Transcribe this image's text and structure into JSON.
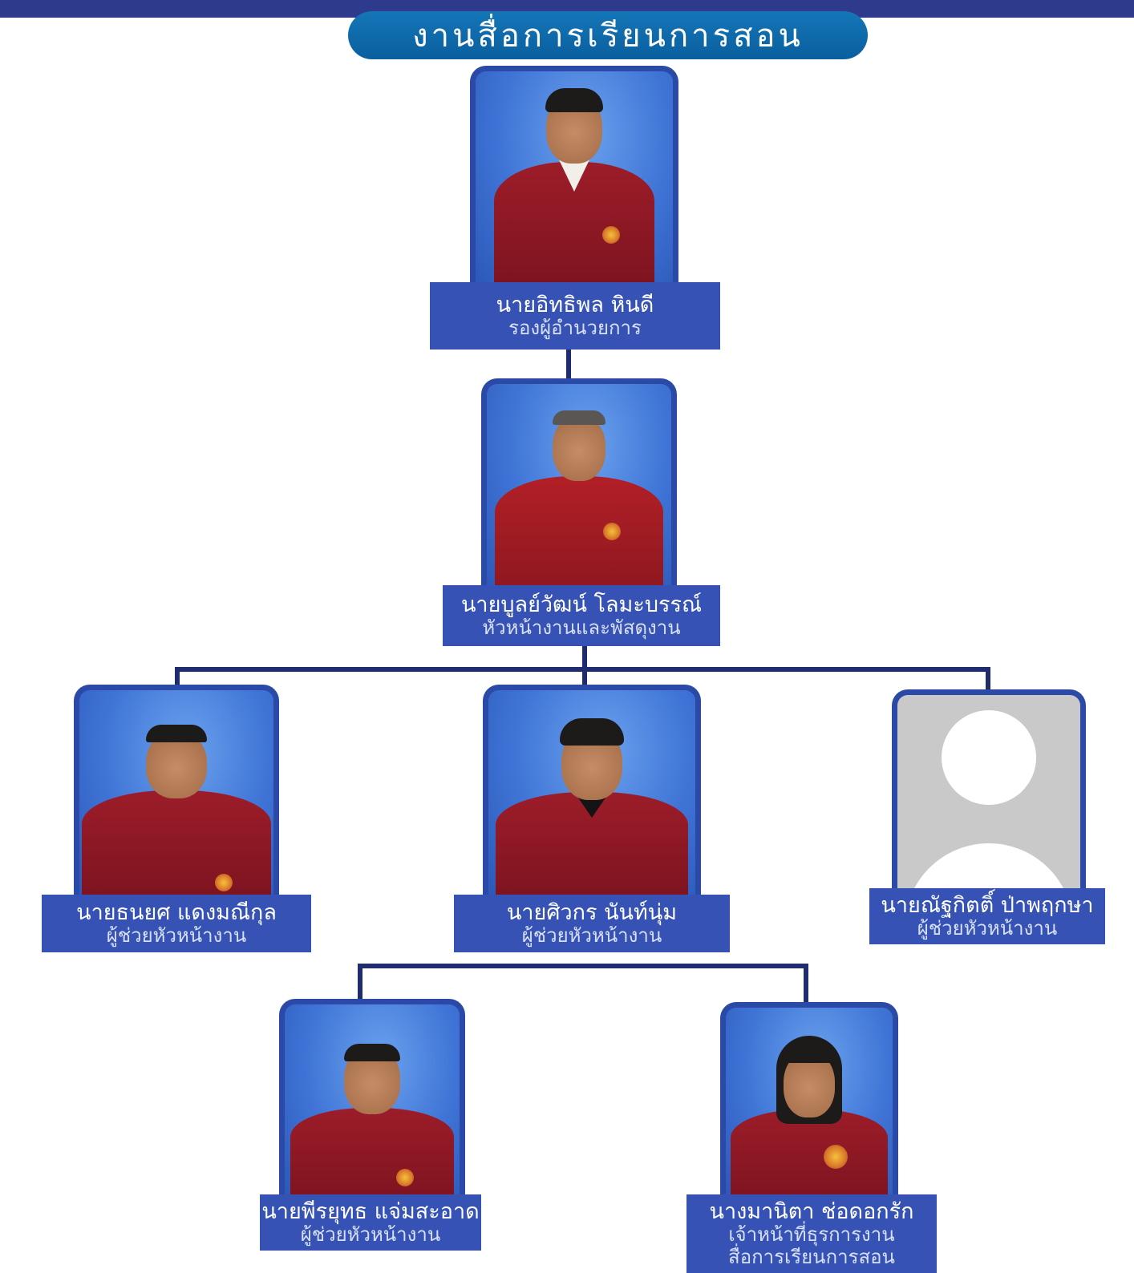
{
  "title": "งานสื่อการเรียนการสอน",
  "members": [
    {
      "id": "m1",
      "name": "นายอิทธิพล หินดี",
      "role": "รองผู้อำนวยการ"
    },
    {
      "id": "m2",
      "name": "นายบูลย์วัฒน์ โลมะบรรณ์",
      "role": "หัวหน้างานและพัสดุงาน"
    },
    {
      "id": "m3",
      "name": "นายธนยศ  แดงมณีกุล",
      "role": "ผู้ช่วยหัวหน้างาน"
    },
    {
      "id": "m4",
      "name": "นายศิวกร  นันท์นุ่ม",
      "role": "ผู้ช่วยหัวหน้างาน"
    },
    {
      "id": "m5",
      "name": "นายณัฐกิตติ์  ป่าพฤกษา",
      "role": "ผู้ช่วยหัวหน้างาน"
    },
    {
      "id": "m6",
      "name": "นายพีรยุทธ แจ่มสะอาด",
      "role": "ผู้ช่วยหัวหน้างาน"
    },
    {
      "id": "m7",
      "name": "นางมานิตา  ช่อดอกรัก",
      "role": "เจ้าหน้าที่ธุรการงาน",
      "role_line2": "สื่อการเรียนการสอน"
    }
  ],
  "colors": {
    "header_bar": "#2e3a8c",
    "title_pill": "#0f6aaa",
    "label_bg": "#3552b4",
    "photo_border": "#2b4aa8",
    "connector": "#1f2c6e",
    "uniform": "#8a1a24"
  }
}
